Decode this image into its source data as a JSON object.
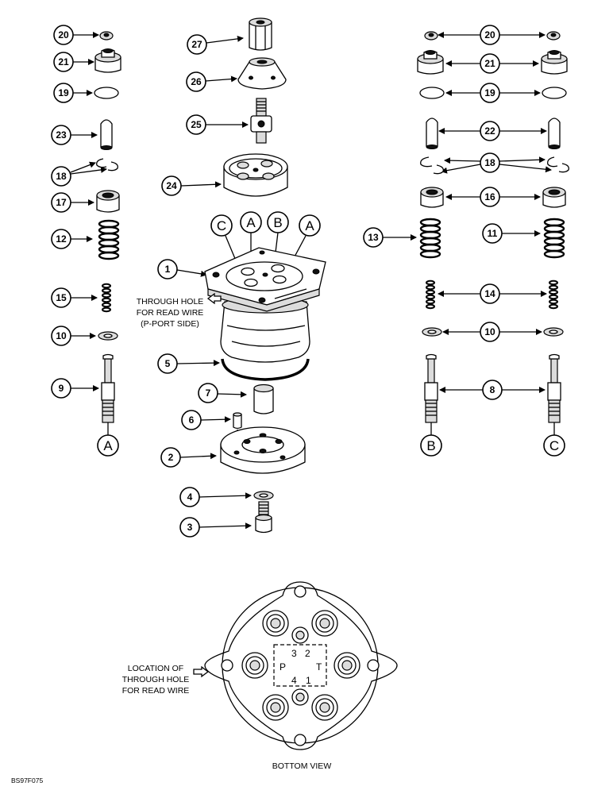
{
  "callouts": {
    "c20l": "20",
    "c21l": "21",
    "c19l": "19",
    "c23l": "23",
    "c18l": "18",
    "c17l": "17",
    "c12l": "12",
    "c15l": "15",
    "c10l": "10",
    "c9l": "9",
    "c27": "27",
    "c26": "26",
    "c25": "25",
    "c24": "24",
    "c1": "1",
    "c5": "5",
    "c7": "7",
    "c6": "6",
    "c2": "2",
    "c4": "4",
    "c3": "3",
    "c20r": "20",
    "c21r": "21",
    "c19r": "19",
    "c22r": "22",
    "c18r": "18",
    "c16r": "16",
    "c13r": "13",
    "c11r": "11",
    "c14r": "14",
    "c10r": "10",
    "c8r": "8"
  },
  "port_letters": {
    "top_c": "C",
    "top_a1": "A",
    "top_b": "B",
    "top_a2": "A",
    "bottom_left_a": "A",
    "bottom_b": "B",
    "bottom_c": "C"
  },
  "notes": {
    "through_hole_top": [
      "THROUGH HOLE",
      "FOR READ WIRE",
      "(P-PORT SIDE)"
    ],
    "location": [
      "LOCATION OF",
      "THROUGH HOLE",
      "FOR READ WIRE"
    ],
    "bottom_view": "BOTTOM VIEW",
    "figure_code": "BS97F075"
  },
  "bottom_plate_marks": {
    "p": "P",
    "t": "T",
    "n1": "1",
    "n2": "2",
    "n3": "3",
    "n4": "4"
  }
}
